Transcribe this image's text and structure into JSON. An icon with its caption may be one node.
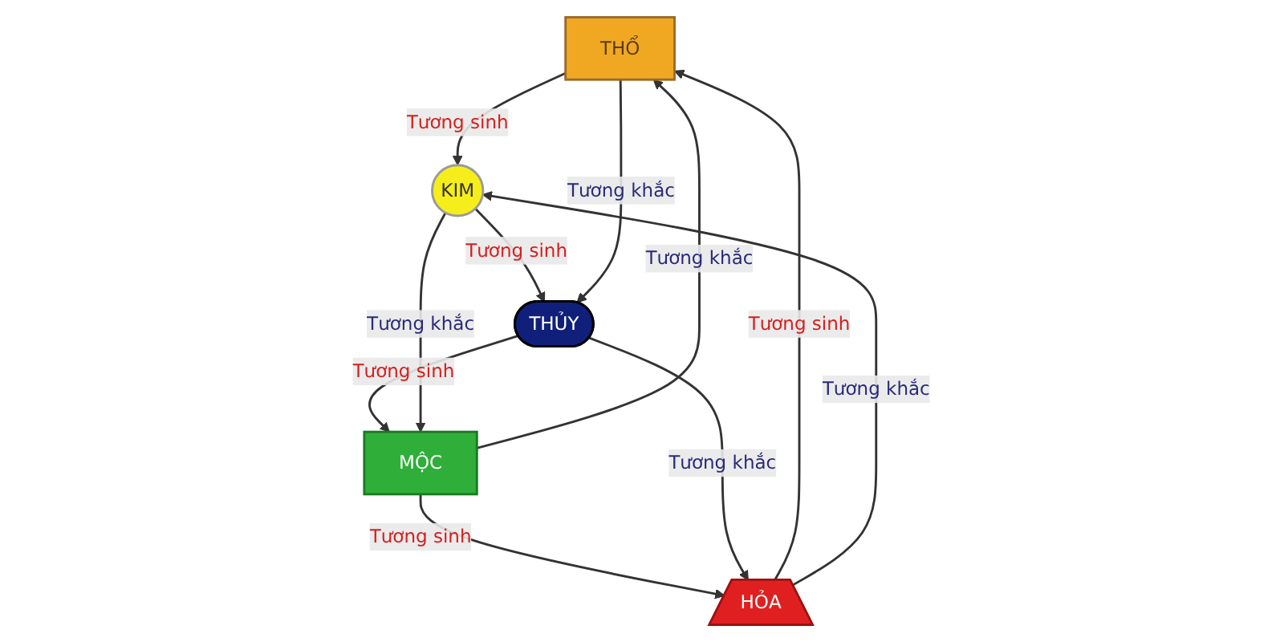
{
  "diagram": {
    "nodes": [
      {
        "text": [
          "THỔ"
        ]
      },
      {
        "text": [
          "KIM"
        ]
      },
      {
        "text": [
          "THỦY"
        ]
      },
      {
        "text": [
          "MỘC"
        ]
      },
      {
        "text": [
          "HỎA"
        ]
      }
    ],
    "edges": [
      {
        "from": 4,
        "to": 0,
        "arrow": "to",
        "label": "Tương sinh"
      },
      {
        "from": 0,
        "to": 1,
        "arrow": "to",
        "label": "Tương sinh"
      },
      {
        "from": 1,
        "to": 2,
        "arrow": "to",
        "label": "Tương sinh"
      },
      {
        "from": 2,
        "to": 3,
        "arrow": "to",
        "label": "Tương sinh"
      },
      {
        "from": 3,
        "to": 4,
        "arrow": "to",
        "label": "Tương sinh"
      },
      {
        "from": 4,
        "to": 1,
        "arrow": "to",
        "label": "Tương khắc"
      },
      {
        "from": 0,
        "to": 2,
        "arrow": "to",
        "label": "Tương khắc"
      },
      {
        "from": 1,
        "to": 3,
        "arrow": "to",
        "label": "Tương khắc"
      },
      {
        "from": 2,
        "to": 4,
        "arrow": "to",
        "label": "Tương khắc"
      },
      {
        "from": 3,
        "to": 0,
        "arrow": "to",
        "label": "Tương khắc"
      }
    ]
  }
}
